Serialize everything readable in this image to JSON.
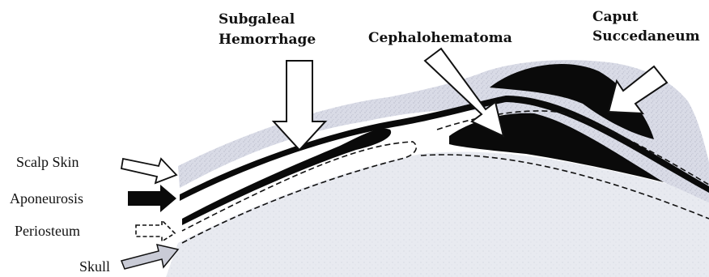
{
  "labels": {
    "subgaleal_line1": "Subgaleal",
    "subgaleal_line2": "Hemorrhage",
    "cephalohematoma": "Cephalohematoma",
    "caput_line1": "Caput",
    "caput_line2": "Succedaneum",
    "scalp_skin": "Scalp Skin",
    "aponeurosis": "Aponeurosis",
    "periosteum": "Periosteum",
    "skull": "Skull"
  },
  "colors": {
    "background": "#ffffff",
    "scalp_fill": "#d9dbe6",
    "skull_fill": "#e6e8ef",
    "hemorrhage_fill": "#0a0a0a",
    "outline": "#111111",
    "skull_arrow_fill": "#c9cbd6"
  },
  "icons": {
    "subgaleal_arrow": "down-arrow-outline",
    "cephalohematoma_arrow": "diagonal-arrow-outline",
    "caput_arrow": "diagonal-arrow-outline",
    "scalp_arrow": "right-arrow-outline",
    "aponeurosis_arrow": "right-arrow-solid",
    "periosteum_arrow": "right-arrow-dashed",
    "skull_arrow": "right-arrow-gray"
  }
}
